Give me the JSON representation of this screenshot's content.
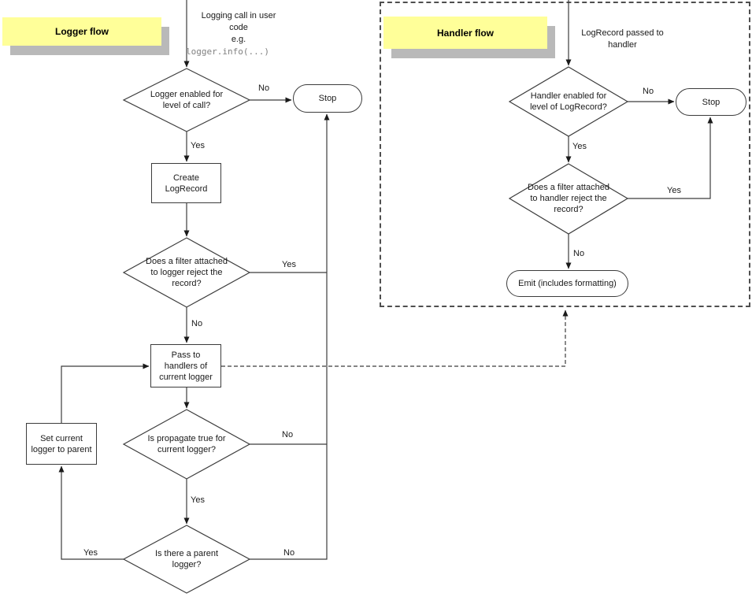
{
  "diagram": {
    "background": "#ffffff",
    "line_color": "#3c3c3c",
    "title_bg": "#ffff99",
    "title_shadow": "#b9b9b9",
    "code_text_color": "#808080"
  },
  "logger": {
    "title": "Logger flow",
    "entry_text": "Logging call in user\ncode\ne.g.",
    "entry_code": "logger.info(...)",
    "nodes": {
      "enabled": "Logger enabled for\nlevel of call?",
      "stop": "Stop",
      "create": "Create\nLogRecord",
      "filter": "Does a filter attached\nto logger reject the\nrecord?",
      "pass": "Pass to\nhandlers of\ncurrent logger",
      "propagate": "Is propagate true for\ncurrent logger?",
      "parent": "Is there a parent\nlogger?",
      "set_parent": "Set current\nlogger to parent"
    },
    "labels": {
      "enabled_no": "No",
      "enabled_yes": "Yes",
      "filter_yes": "Yes",
      "filter_no": "No",
      "propagate_no": "No",
      "propagate_yes": "Yes",
      "parent_yes": "Yes",
      "parent_no": "No"
    }
  },
  "handler": {
    "title": "Handler flow",
    "entry_text": "LogRecord passed to\nhandler",
    "nodes": {
      "enabled": "Handler enabled for\nlevel of LogRecord?",
      "stop": "Stop",
      "filter": "Does a filter attached\nto handler reject the\nrecord?",
      "emit": "Emit (includes formatting)"
    },
    "labels": {
      "enabled_no": "No",
      "enabled_yes": "Yes",
      "filter_yes": "Yes",
      "filter_no": "No"
    }
  }
}
